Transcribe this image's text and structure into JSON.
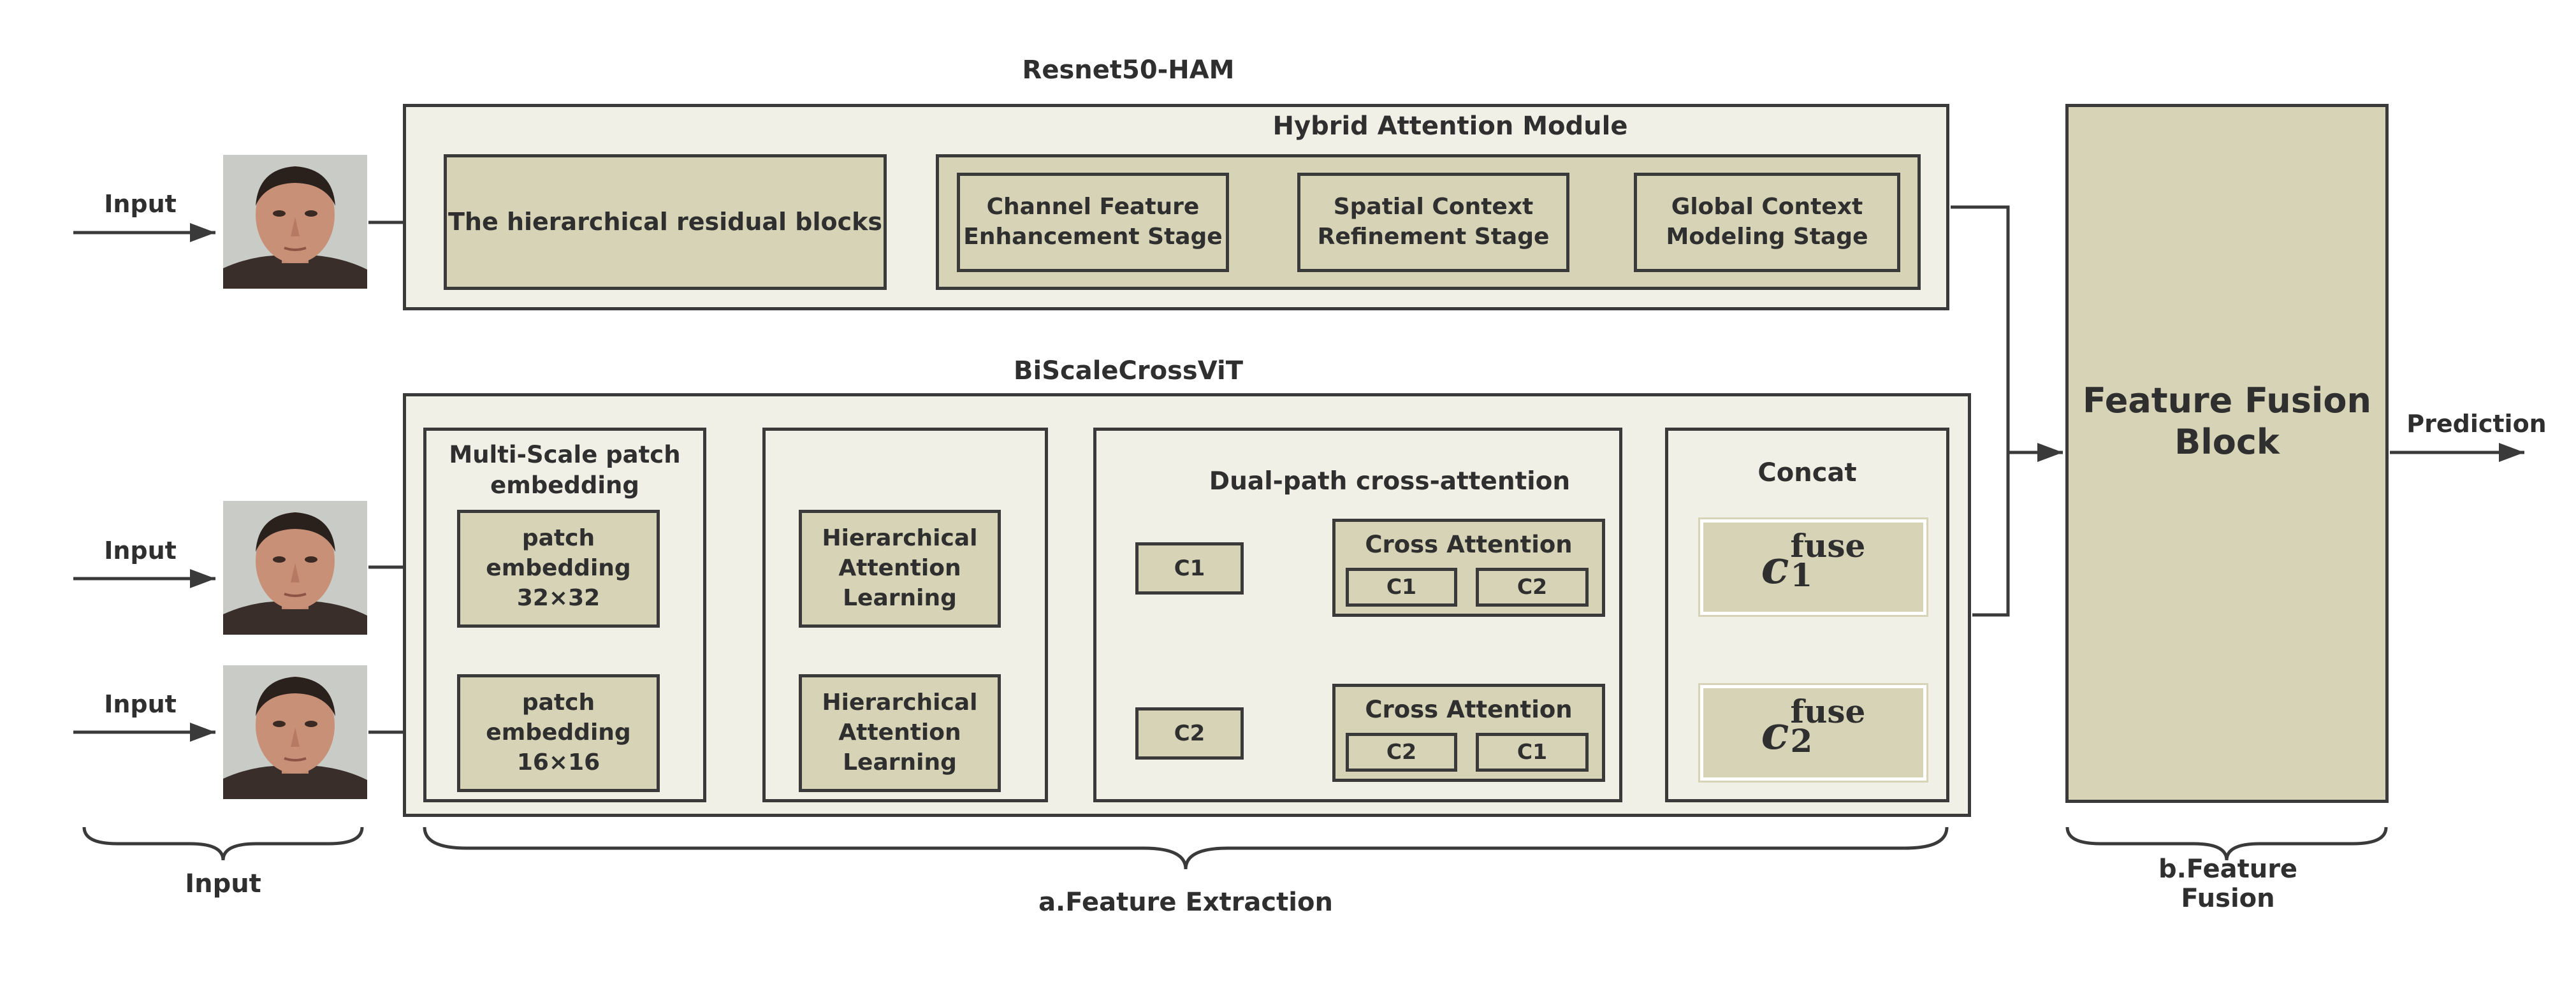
{
  "colors": {
    "panel": "#f1f0e6",
    "block": "#d6d3b6",
    "stroke": "#3a3a3a",
    "text": "#2f2f2f"
  },
  "icons": [
    "face-image"
  ],
  "titles": {
    "resnet": "Resnet50-HAM",
    "ham": "Hybrid Attention Module",
    "biscale": "BiScaleCrossViT"
  },
  "resnet": {
    "residual": "The hierarchical residual blocks",
    "stage1": "Channel Feature\nEnhancement Stage",
    "stage2": "Spatial Context\nRefinement Stage",
    "stage3": "Global Context\nModeling Stage"
  },
  "inputs": {
    "top": "Input",
    "mid": "Input",
    "bot": "Input"
  },
  "vit": {
    "msp_title": "Multi-Scale patch\nembedding",
    "patch32": "patch\nembedding\n32×32",
    "patch16": "patch\nembedding\n16×16",
    "hal1": "Hierarchical\nAttention\nLearning",
    "hal2": "Hierarchical\nAttention\nLearning",
    "dual_title": "Dual-path cross-attention",
    "c1": "C1",
    "c2": "C2",
    "ca1_title": "Cross Attention",
    "ca1_a": "C1",
    "ca1_b": "C2",
    "ca2_title": "Cross Attention",
    "ca2_a": "C2",
    "ca2_b": "C1",
    "concat_title": "Concat",
    "fuse1": {
      "base": "c",
      "sup": "fuse",
      "sub": "1"
    },
    "fuse2": {
      "base": "c",
      "sup": "fuse",
      "sub": "2"
    }
  },
  "fusion": {
    "title": "Feature Fusion\nBlock",
    "output": "Prediction"
  },
  "braces": {
    "input": "Input",
    "extraction": "a.Feature Extraction",
    "fusion": "b.Feature Fusion"
  }
}
